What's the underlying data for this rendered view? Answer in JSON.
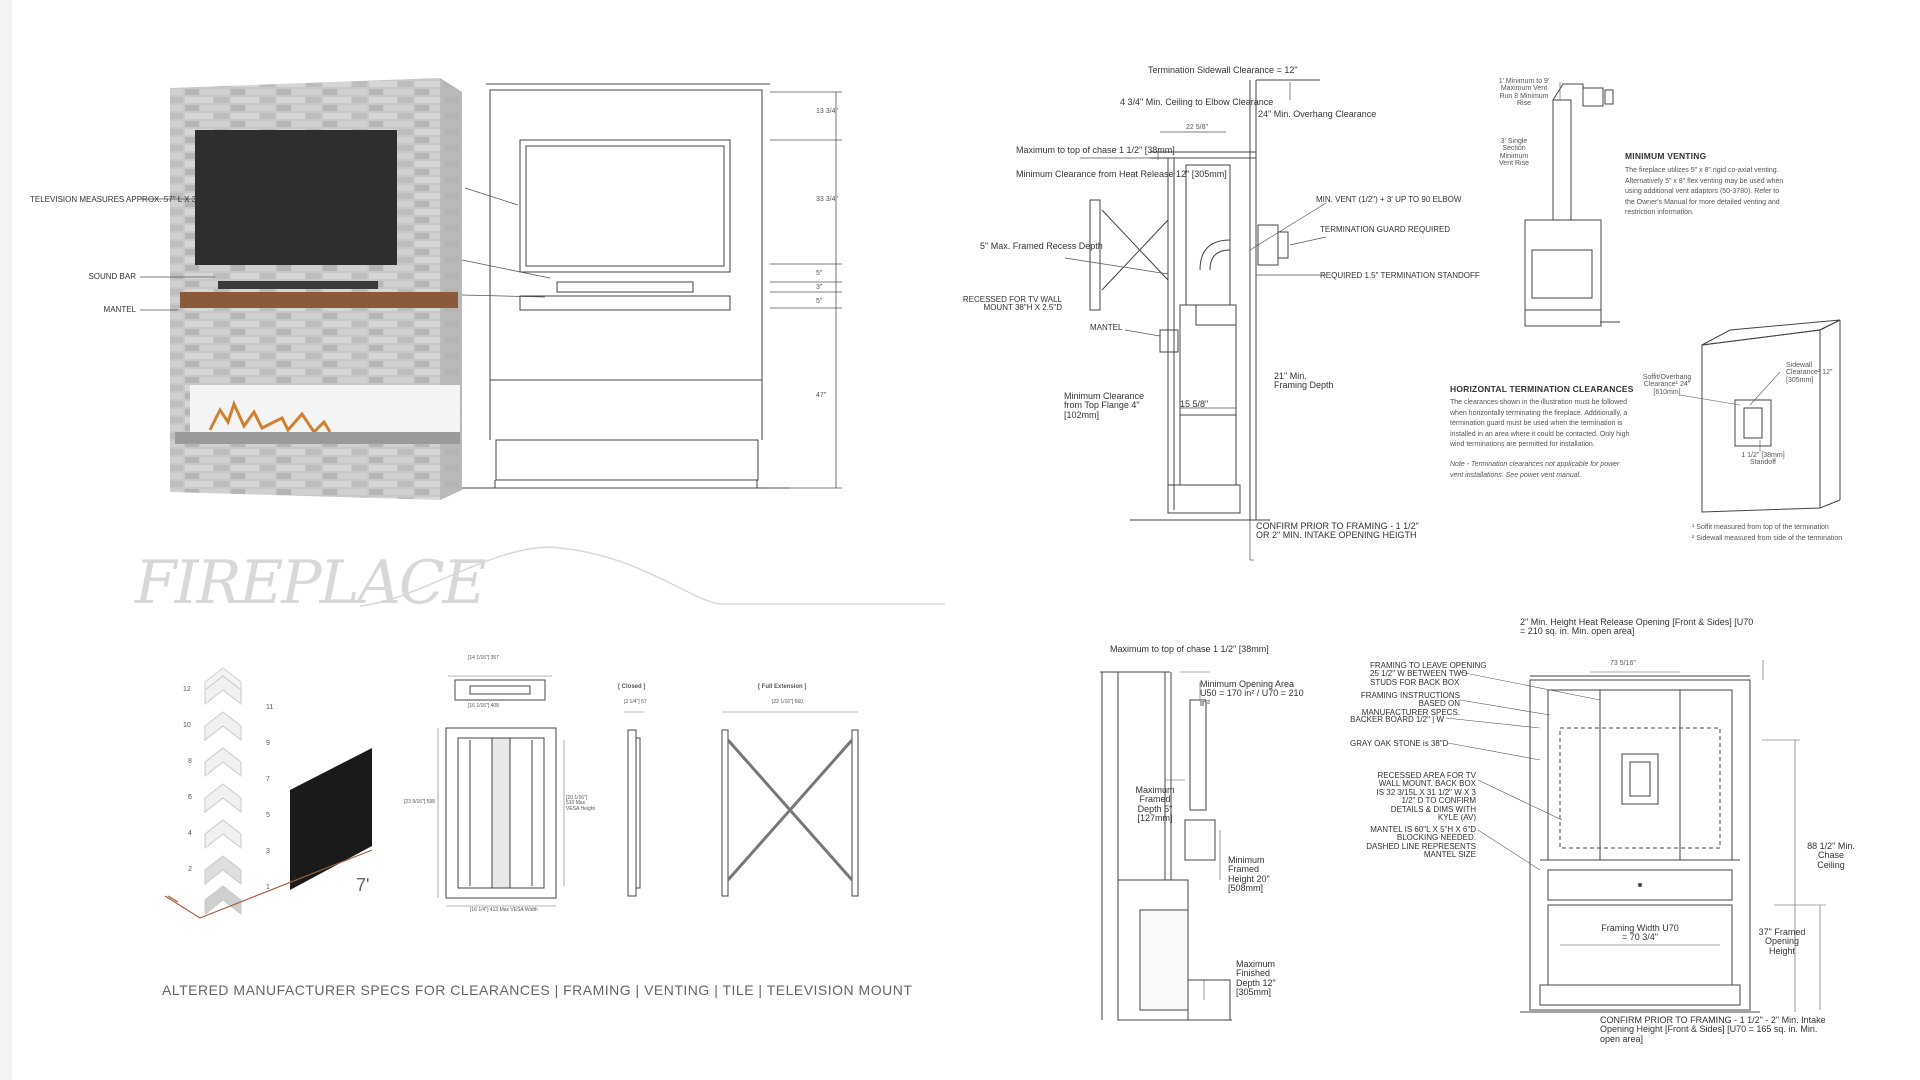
{
  "title": "FIREPLACE",
  "caption": "ALTERED MANUFACTURER SPECS FOR CLEARANCES | FRAMING | VENTING | TILE | TELEVISION MOUNT",
  "rendering": {
    "labels": {
      "television": "TELEVISION MEASURES APPROX. 57\" L X 32.75\" W",
      "soundbar": "SOUND BAR",
      "mantel": "MANTEL"
    },
    "dims": [
      "13 3/4\"",
      "33 3/4\"",
      "5\"",
      "3\"",
      "5\"",
      "47\""
    ]
  },
  "side_section": {
    "termination_sidewall": "Termination Sidewall Clearance = 12\"",
    "ceiling_elbow": "4 3/4\" Min. Ceiling to Elbow Clearance",
    "overhang": "24\" Min. Overhang Clearance",
    "dim_225": "22 5/8\"",
    "max_chase": "Maximum to top of chase 1 1/2\" [38mm]",
    "min_heat_release": "Minimum Clearance from Heat Release 12\" [305mm]",
    "min_vent": "MIN. VENT (1/2\") + 3' UP TO 90 ELBOW",
    "term_guard": "TERMINATION GUARD REQUIRED",
    "framed_recess": "5\" Max. Framed Recess Depth",
    "required_standoff": "REQUIRED 1.5\" TERMINATION STANDOFF",
    "recessed_tv": "RECESSED FOR TV WALL MOUNT 38\"H X 2.5\"D",
    "mantel": "MANTEL",
    "framing_depth": "21\" Min. Framing Depth",
    "top_flange": "Minimum Clearance from Top Flange 4\" [102mm]",
    "dim_155": "15 5/8\"",
    "confirm": "CONFIRM PRIOR TO FRAMING - 1 1/2\" OR 2\" MIN. INTAKE OPENING HEIGTH"
  },
  "venting": {
    "vent_top_labels": "1' Minimum to 9' Maximum Vent Run 8 Minimum Rise",
    "single_section": "3' Single Section Minimum Vent Rise",
    "heading": "MINIMUM VENTING",
    "text": "The fireplace utilizes 5\" x 8\" rigid co-axial venting. Alternatively 5\" x 8\" flex venting may be used when using additional vent adaptors (50-3780). Refer to the Owner's Manual for more detailed venting and restriction information."
  },
  "horizontal": {
    "heading": "HORIZONTAL TERMINATION CLEARANCES",
    "text": "The clearances shown in the illustration must be followed when horizontally terminating the fireplace. Additionally, a termination guard must be used when the termination is installed in an area where it could be contacted. Only high wind terminations are permitted for installation.",
    "note": "Note - Termination clearances not applicable for power vent installations. See power vent manual.",
    "soffit": "Soffit/Overhang Clearance¹ 24\" [610mm]",
    "sidewall": "Sidewall Clearance² 12\" [305mm]",
    "standoff": "1 1/2\" [38mm] Standoff",
    "foot1": "¹ Soffit measured from top of the termination",
    "foot2": "² Sidewall measured from side of the termination"
  },
  "tile": {
    "numbers": [
      "12",
      "11",
      "10",
      "9",
      "8",
      "7",
      "6",
      "5",
      "4",
      "3",
      "2",
      "1"
    ],
    "width": "7'"
  },
  "mount": {
    "closed": "[ Closed ]",
    "full": "[ Full Extension ]",
    "top_dim": "[14 1/16\"] 357",
    "inner_dim": "[16 1/16\"] 408",
    "left_dim": "[23 9/16\"] 598",
    "right_dim": "[20 1/16\"] 510 Max VESA Height",
    "bottom_dim": "[16 1/4\"] 413 Max VESA Width",
    "closed_dim": "[2 1/4\"] 57",
    "full_dim": "[22 1/16\"] 560"
  },
  "section2": {
    "max_chase": "Maximum to top of chase 1 1/2\" [38mm]",
    "min_opening": "Minimum Opening Area U50 = 170 in² / U70 = 210 in²",
    "max_framed": "Maximum Framed Depth 5\" [127mm]",
    "min_framed_height": "Minimum Framed Height 20\" [508mm]",
    "max_finished": "Maximum Finished Depth 12\" [305mm]"
  },
  "front": {
    "top": "2\" Min. Height Heat Release Opening [Front & Sides] [U70 = 210 sq. in. Min. open area]",
    "framing_leave": "FRAMING TO LEAVE OPENING 25 1/2\" W BETWEEN TWO STUDS FOR BACK BOX",
    "framing_instr": "FRAMING INSTRUCTIONS BASED ON MANUFACTURER SPECS.",
    "backer": "BACKER BOARD 1/2\" | W",
    "gray_oak": "GRAY OAK STONE is 38\"D",
    "recessed": "RECESSED AREA FOR TV WALL MOUNT. BACK BOX IS 32 3/15L X 31 1/2\" W X 3 1/2\" D TO CONFIRM DETAILS & DIMS WITH KYLE (AV)",
    "mantel": "MANTEL IS 60\"L X 5\"H X 6\"D BLOCKING NEEDED. DASHED LINE REPRESENTS MANTEL SIZE",
    "chase": "88 1/2\" Min. Chase Ceiling",
    "framed_opening": "37\" Framed Opening Height",
    "framing_width": "Framing Width U70 = 70 3/4\"",
    "dim_top": "73 5/16\"",
    "confirm": "CONFIRM PRIOR TO FRAMING - 1 1/2\" - 2\" Min. Intake Opening Height [Front & Sides] [U70 = 165 sq. in. Min. open area]"
  },
  "colors": {
    "stone": "#c9c9c9",
    "tv": "#2e2e2e",
    "mantel": "#8a5a3a",
    "line": "#444444"
  }
}
